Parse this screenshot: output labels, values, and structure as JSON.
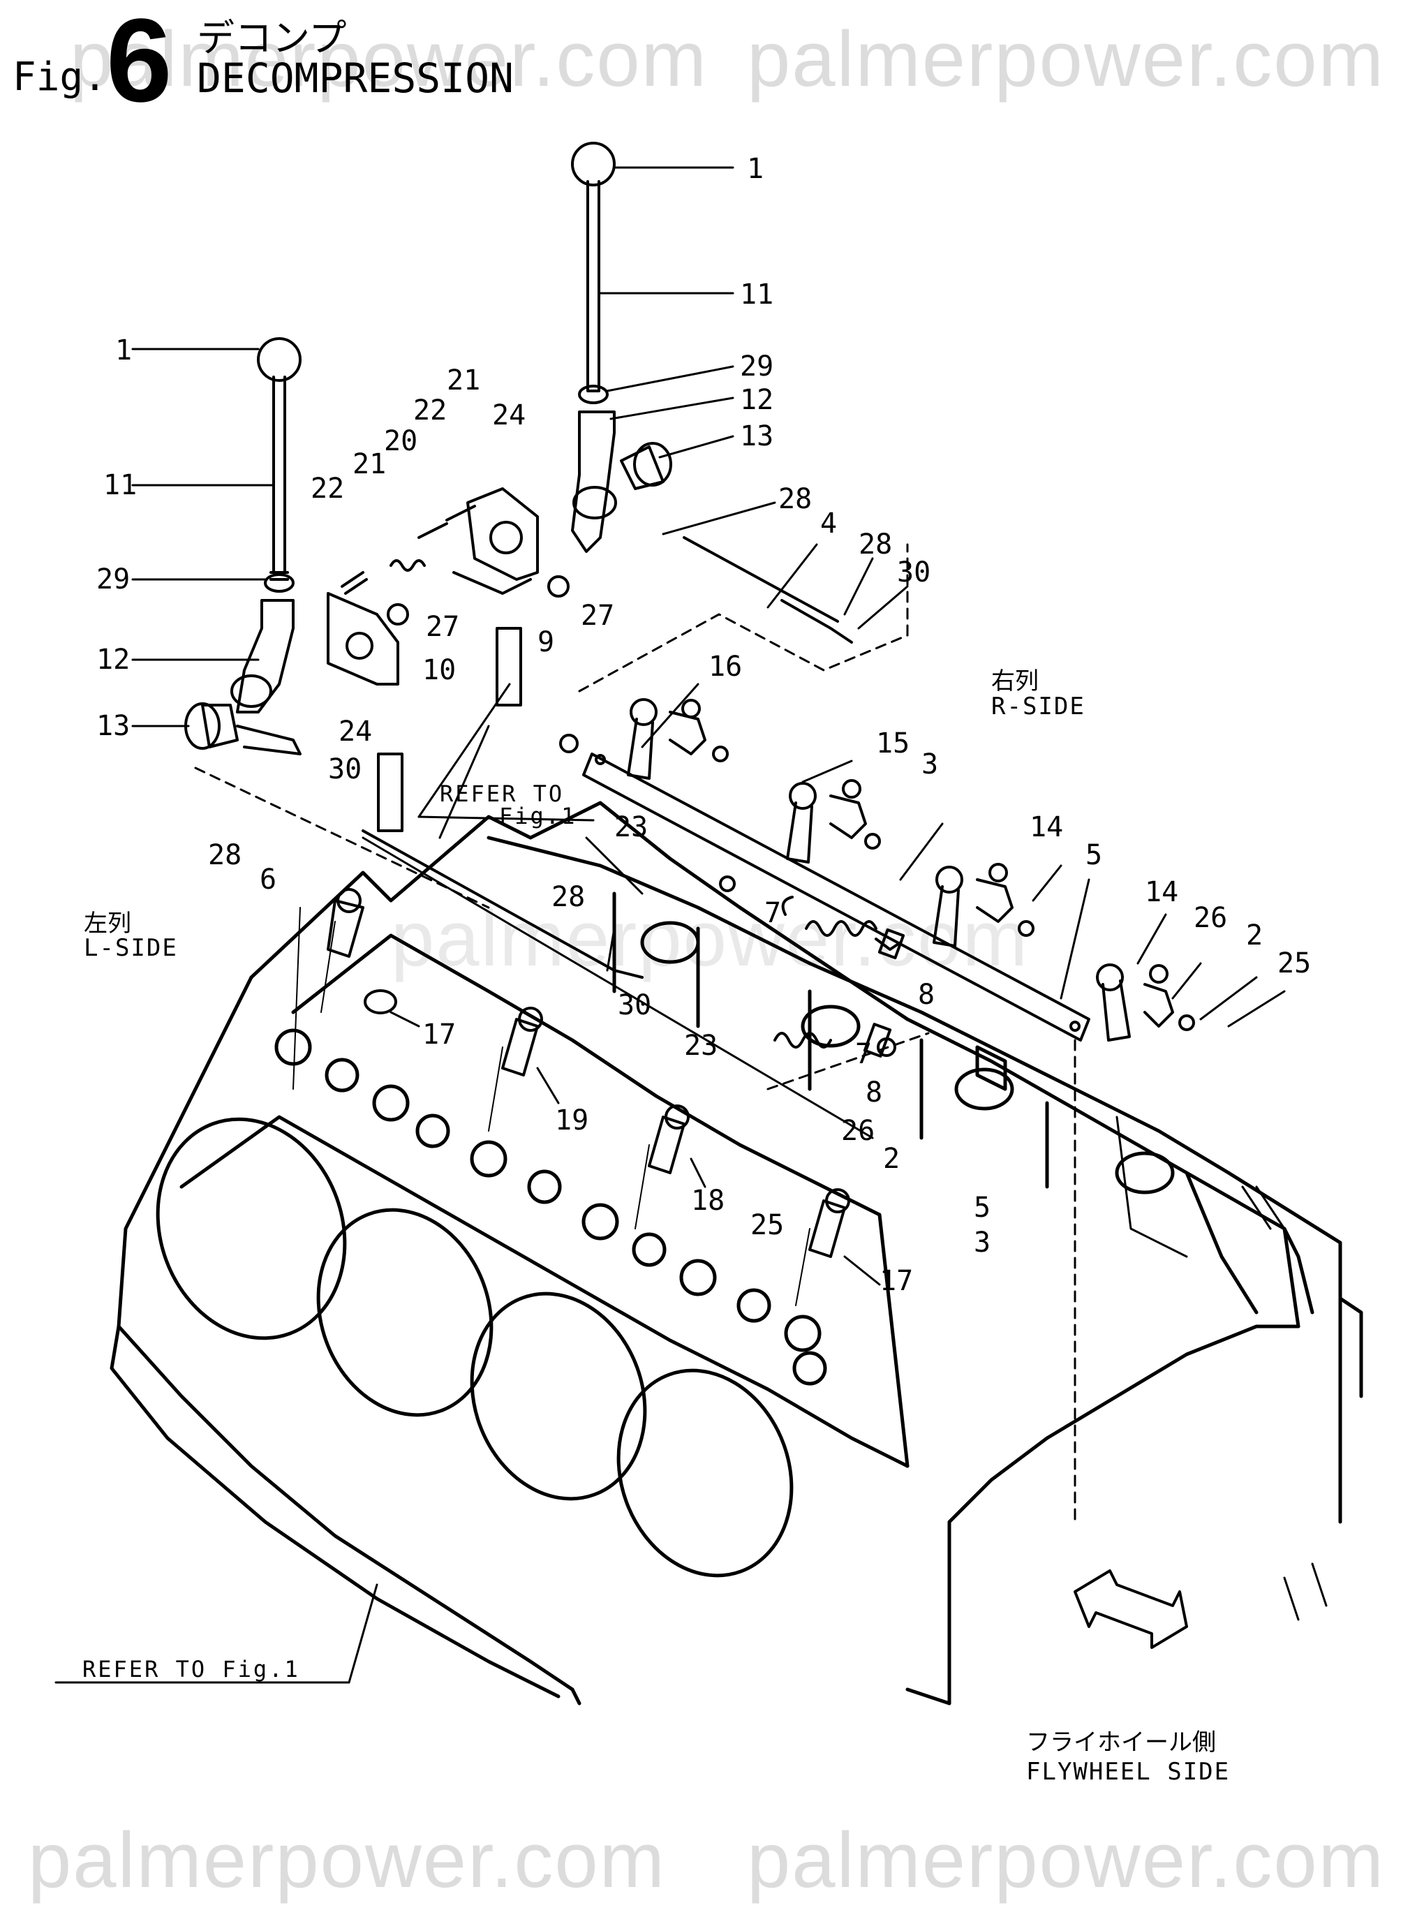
{
  "header": {
    "fig_prefix": "Fig.",
    "fig_number": "6",
    "title_jp": "デコンプ",
    "title_en": "DECOMPRESSION"
  },
  "watermark": "palmerpower.com",
  "sides": {
    "right_jp": "右列",
    "right_en": "R-SIDE",
    "left_jp": "左列",
    "left_en": "L-SIDE"
  },
  "references": {
    "center_line1": "REFER TO",
    "center_line2": "Fig.1",
    "bottom": "REFER TO Fig.1"
  },
  "flywheel": {
    "jp": "フライホイール側",
    "en": "FLYWHEEL SIDE"
  },
  "part_labels": [
    "1",
    "11",
    "29",
    "12",
    "13",
    "28",
    "4",
    "28",
    "30",
    "16",
    "15",
    "3",
    "14",
    "5",
    "14",
    "26",
    "2",
    "25",
    "7",
    "8",
    "7",
    "8",
    "23",
    "23",
    "28",
    "30",
    "9",
    "27",
    "27",
    "10",
    "24",
    "24",
    "21",
    "22",
    "20",
    "21",
    "22",
    "1",
    "11",
    "29",
    "12",
    "13",
    "30",
    "28",
    "6",
    "17",
    "19",
    "18",
    "17",
    "26",
    "2",
    "5",
    "3",
    "25"
  ]
}
